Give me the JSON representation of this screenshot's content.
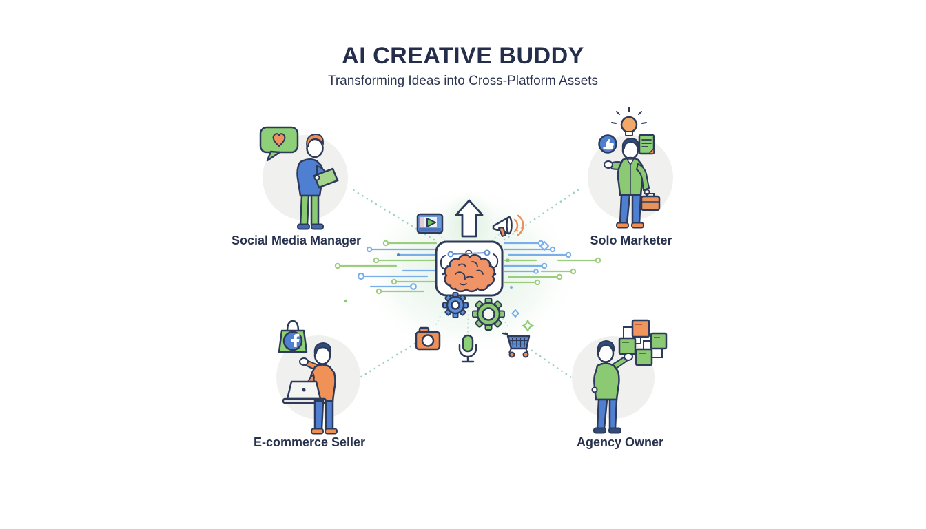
{
  "header": {
    "title": "AI CREATIVE BUDDY",
    "subtitle": "Transforming Ideas into Cross-Platform Assets"
  },
  "personas": [
    {
      "label": "Social Media Manager",
      "position": "top-left",
      "accessory_icons": [
        "heart-chat-bubble-icon",
        "tablet"
      ]
    },
    {
      "label": "Solo Marketer",
      "position": "top-right",
      "accessory_icons": [
        "lightbulb-icon",
        "thumbs-up-badge-icon",
        "document-icon",
        "briefcase"
      ]
    },
    {
      "label": "E-commerce Seller",
      "position": "bottom-left",
      "accessory_icons": [
        "facebook-shopping-bag-icon",
        "laptop"
      ]
    },
    {
      "label": "Agency Owner",
      "position": "bottom-right",
      "accessory_icons": [
        "workflow-diagram-icon"
      ]
    }
  ],
  "hub": {
    "center_icon": "ai-brain-icon",
    "surrounding_icons": [
      "video-player-icon",
      "up-arrow-icon",
      "megaphone-icon",
      "gear-blue-icon",
      "gear-green-icon",
      "camera-icon",
      "microphone-icon",
      "shopping-cart-icon"
    ],
    "decorations": [
      "circuit-lines",
      "dotted-connectors",
      "diamond-sparkles"
    ]
  },
  "colors": {
    "title_text": "#242d4a",
    "label_text": "#28324e",
    "outline_navy": "#2e3a59",
    "blue": "#4e7fd1",
    "light_blue_line": "#79aee8",
    "green": "#8cc973",
    "light_green_line": "#9ccd7e",
    "bubble_green": "#8ed077",
    "orange": "#ef8e55",
    "brain_orange": "#f09468",
    "teal_dotted": "#9fd0c8",
    "persona_circle_bg": "#f0f0ee",
    "background": "#ffffff"
  }
}
